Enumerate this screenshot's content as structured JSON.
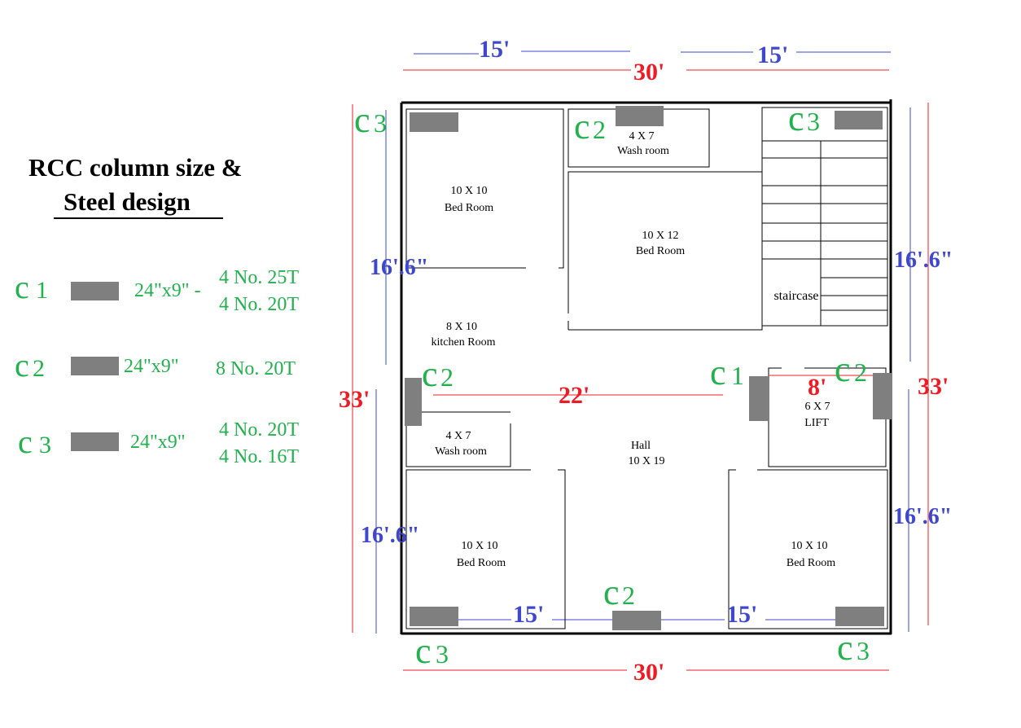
{
  "legend": {
    "title_line1": "RCC column size &",
    "title_line2": "Steel design",
    "rows": [
      {
        "id": "c1",
        "label_letter": "c",
        "label_number": "1",
        "size": "24\"x9\" -",
        "steel": [
          "4 No. 25T",
          "4 No. 20T"
        ]
      },
      {
        "id": "c2",
        "label_letter": "c",
        "label_number": "2",
        "size": "24\"x9\"",
        "steel": [
          "8 No. 20T"
        ]
      },
      {
        "id": "c3",
        "label_letter": "c",
        "label_number": "3",
        "size": "24\"x9\"",
        "steel": [
          "4 No. 20T",
          "4 No. 16T"
        ]
      }
    ]
  },
  "dimensions": {
    "top_left_half": "15'",
    "top_right_half": "15'",
    "top_total": "30'",
    "bottom_total": "30'",
    "bottom_left_half": "15'",
    "bottom_right_half": "15'",
    "left_total": "33'",
    "right_total": "33'",
    "left_upper": "16'.6\"",
    "left_lower": "16'.6\"",
    "right_upper": "16'.6\"",
    "right_lower": "16'.6\"",
    "hall_span": "22'",
    "lift_span": "8'"
  },
  "rooms": {
    "bed_top_left": {
      "size": "10 X 10",
      "name": "Bed Room"
    },
    "wash_top": {
      "size": "4 X 7",
      "name": "Wash room"
    },
    "bed_center": {
      "size": "10 X 12",
      "name": "Bed Room"
    },
    "staircase": {
      "name": "staircase"
    },
    "kitchen": {
      "size": "8 X 10",
      "name": "kitchen Room"
    },
    "wash_left": {
      "size": "4 X 7",
      "name": "Wash room"
    },
    "hall": {
      "name": "Hall",
      "size": "10 X 19"
    },
    "lift": {
      "size": "6 X 7",
      "name": "LIFT"
    },
    "bed_bottom_left": {
      "size": "10 X 10",
      "name": "Bed Room"
    },
    "bed_bottom_right": {
      "size": "10 X 10",
      "name": "Bed Room"
    }
  },
  "column_labels": {
    "c3_top_left": {
      "letter": "c",
      "number": "3"
    },
    "c2_top": {
      "letter": "c",
      "number": "2"
    },
    "c3_top_right": {
      "letter": "c",
      "number": "3"
    },
    "c2_left": {
      "letter": "c",
      "number": "2"
    },
    "c1_mid": {
      "letter": "c",
      "number": "1"
    },
    "c2_right": {
      "letter": "c",
      "number": "2"
    },
    "c2_bottom": {
      "letter": "c",
      "number": "2"
    },
    "c3_bottom_left": {
      "letter": "c",
      "number": "3"
    },
    "c3_bottom_right": {
      "letter": "c",
      "number": "3"
    }
  },
  "colors": {
    "green": "#22b14c",
    "blue": "#3f48cc",
    "red": "#ed1c24",
    "column_gray": "#7f7f7f",
    "wall": "#000000"
  }
}
